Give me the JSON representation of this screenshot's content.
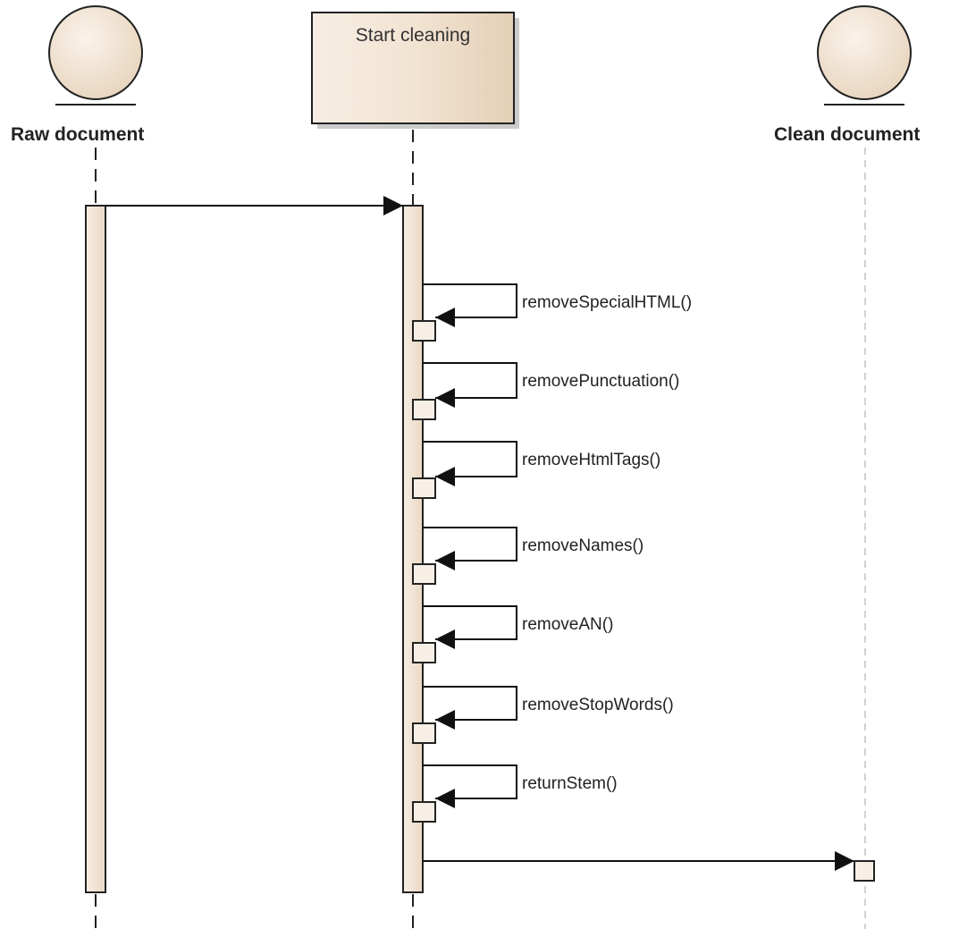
{
  "participants": {
    "raw": {
      "label": "Raw document",
      "kind": "entity"
    },
    "controller": {
      "label": "Start cleaning",
      "kind": "box"
    },
    "clean": {
      "label": "Clean document",
      "kind": "entity"
    }
  },
  "messages": [
    {
      "from": "raw",
      "to": "controller",
      "label": ""
    },
    {
      "from": "controller",
      "to": "controller",
      "label": "removeSpecialHTML()"
    },
    {
      "from": "controller",
      "to": "controller",
      "label": "removePunctuation()"
    },
    {
      "from": "controller",
      "to": "controller",
      "label": "removeHtmlTags()"
    },
    {
      "from": "controller",
      "to": "controller",
      "label": "removeNames()"
    },
    {
      "from": "controller",
      "to": "controller",
      "label": "removeAN()"
    },
    {
      "from": "controller",
      "to": "controller",
      "label": "removeStopWords()"
    },
    {
      "from": "controller",
      "to": "controller",
      "label": "returnStem()"
    },
    {
      "from": "controller",
      "to": "clean",
      "label": ""
    }
  ],
  "colors": {
    "fill": "#f4e9dc",
    "fill_dark": "#e7d6c2",
    "stroke": "#222222",
    "lifeline_dashed": "#222222",
    "lifeline_light": "#b8b8b8"
  }
}
